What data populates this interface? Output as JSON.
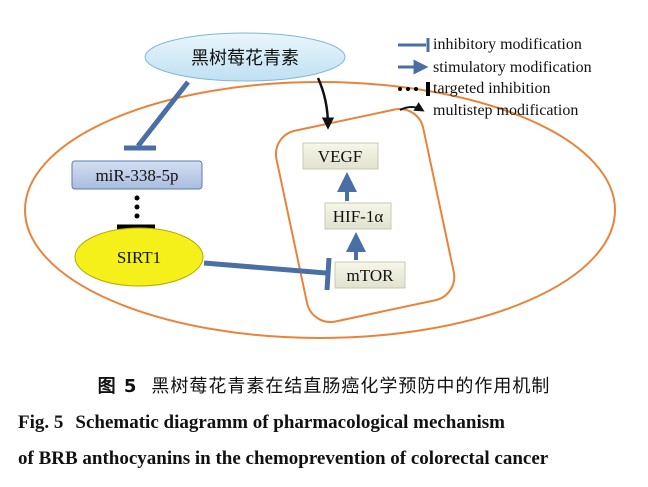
{
  "nodes": {
    "brb": "黑树莓花青素",
    "mir": "miR-338-5p",
    "sirt1": "SIRT1",
    "vegf": "VEGF",
    "hif": "HIF-1α",
    "mtor": "mTOR"
  },
  "legend": {
    "inhibitory": "inhibitory modification",
    "stimulatory": "stimulatory modification",
    "targeted": "targeted inhibition",
    "multistep": "multistep modification"
  },
  "caption": {
    "cn_label": "图 5",
    "cn_text": "黑树莓花青素在结直肠癌化学预防中的作用机制",
    "en_label": "Fig. 5",
    "en_line1": "Schematic diagramm of pharmacological mechanism",
    "en_line2": "of BRB anthocyanins in the chemoprevention of colorectal cancer"
  },
  "colors": {
    "outline_orange": "#e8843a",
    "arrow_blue": "#4a6fa5",
    "brb_fill": "#cfe9f7",
    "mir_fill": "#b7c9e6",
    "sirt1_fill": "#f5ef1a",
    "box_fill": "#ececdc"
  }
}
